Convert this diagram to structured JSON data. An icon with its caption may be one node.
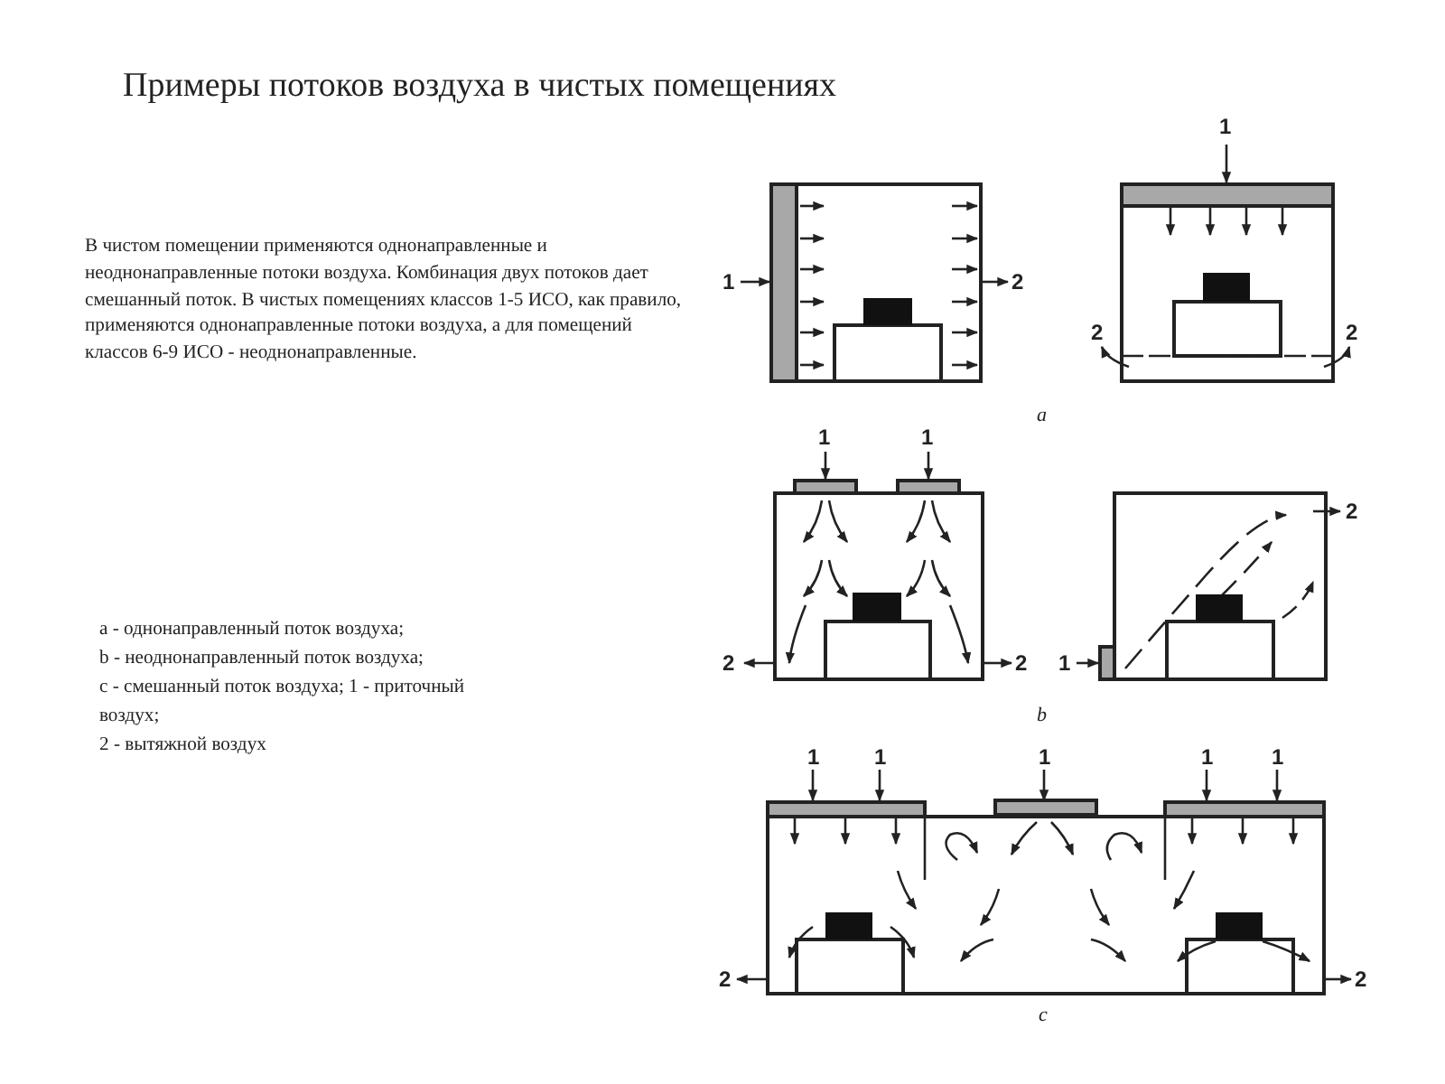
{
  "diagram": {
    "title": "Примеры потоков воздуха в чистых помещениях",
    "labels": [
      "В чистом помещении применяются однонаправленные и неоднонаправленные потоки воздуха. Комбинация двух потоков дает смешанный поток. В чистых помещениях классов 1-5 ИСО, как правило, применяются однонаправленные потоки воздуха, а для помещений классов 6-9 ИСО - неоднонаправленные.",
      "1",
      "2",
      "1",
      "2",
      "2",
      "a",
      "1",
      "1",
      "2",
      "2",
      "2",
      "1",
      "a - однонаправленный поток воздуха;",
      "b - неоднонаправленный поток воздуха;",
      "c - смешанный поток воздуха; 1 - приточный",
      "воздух;",
      "2 - вытяжной воздух",
      "b",
      "1",
      "1",
      "1",
      "1",
      "1",
      "2",
      "2",
      "c"
    ]
  }
}
